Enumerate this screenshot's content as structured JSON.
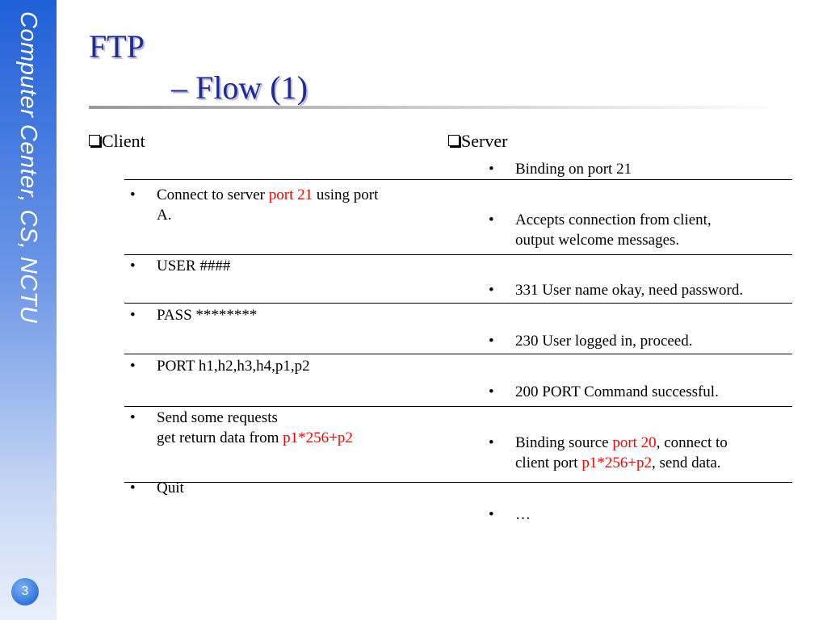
{
  "sidebar": {
    "text": "Computer Center, CS, NCTU",
    "page_number": "3"
  },
  "title": {
    "line1": "FTP",
    "line2": "– Flow (1)"
  },
  "columns": {
    "client": "Client",
    "server": "Server"
  },
  "bullet": "•",
  "client_items": {
    "connect_pre": "Connect to server ",
    "connect_red": "port 21",
    "connect_post1": " using port",
    "connect_post2": "A.",
    "user": "USER ####",
    "pass": "PASS ********",
    "port": "PORT h1,h2,h3,h4,p1,p2",
    "send1": "Send some requests",
    "send2_pre": "get return data from ",
    "send2_red": "p1*256+p2",
    "quit": "Quit"
  },
  "server_items": {
    "binding": "Binding on port 21",
    "accepts1": "Accepts connection from client,",
    "accepts2": "output welcome messages.",
    "r331": "331 User name okay, need password.",
    "r230": "230 User logged in, proceed.",
    "r200": "200 PORT Command successful.",
    "bind_src_pre": "Binding source ",
    "bind_src_red": "port 20",
    "bind_src_post": ", connect to",
    "client_port_pre": "client port ",
    "client_port_red": "p1*256+p2",
    "client_port_post": ", send data.",
    "ellipsis": "…"
  },
  "colors": {
    "title": "#1b2a9a",
    "highlight": "#ff0000",
    "sidebar": "#1f5fd8"
  }
}
